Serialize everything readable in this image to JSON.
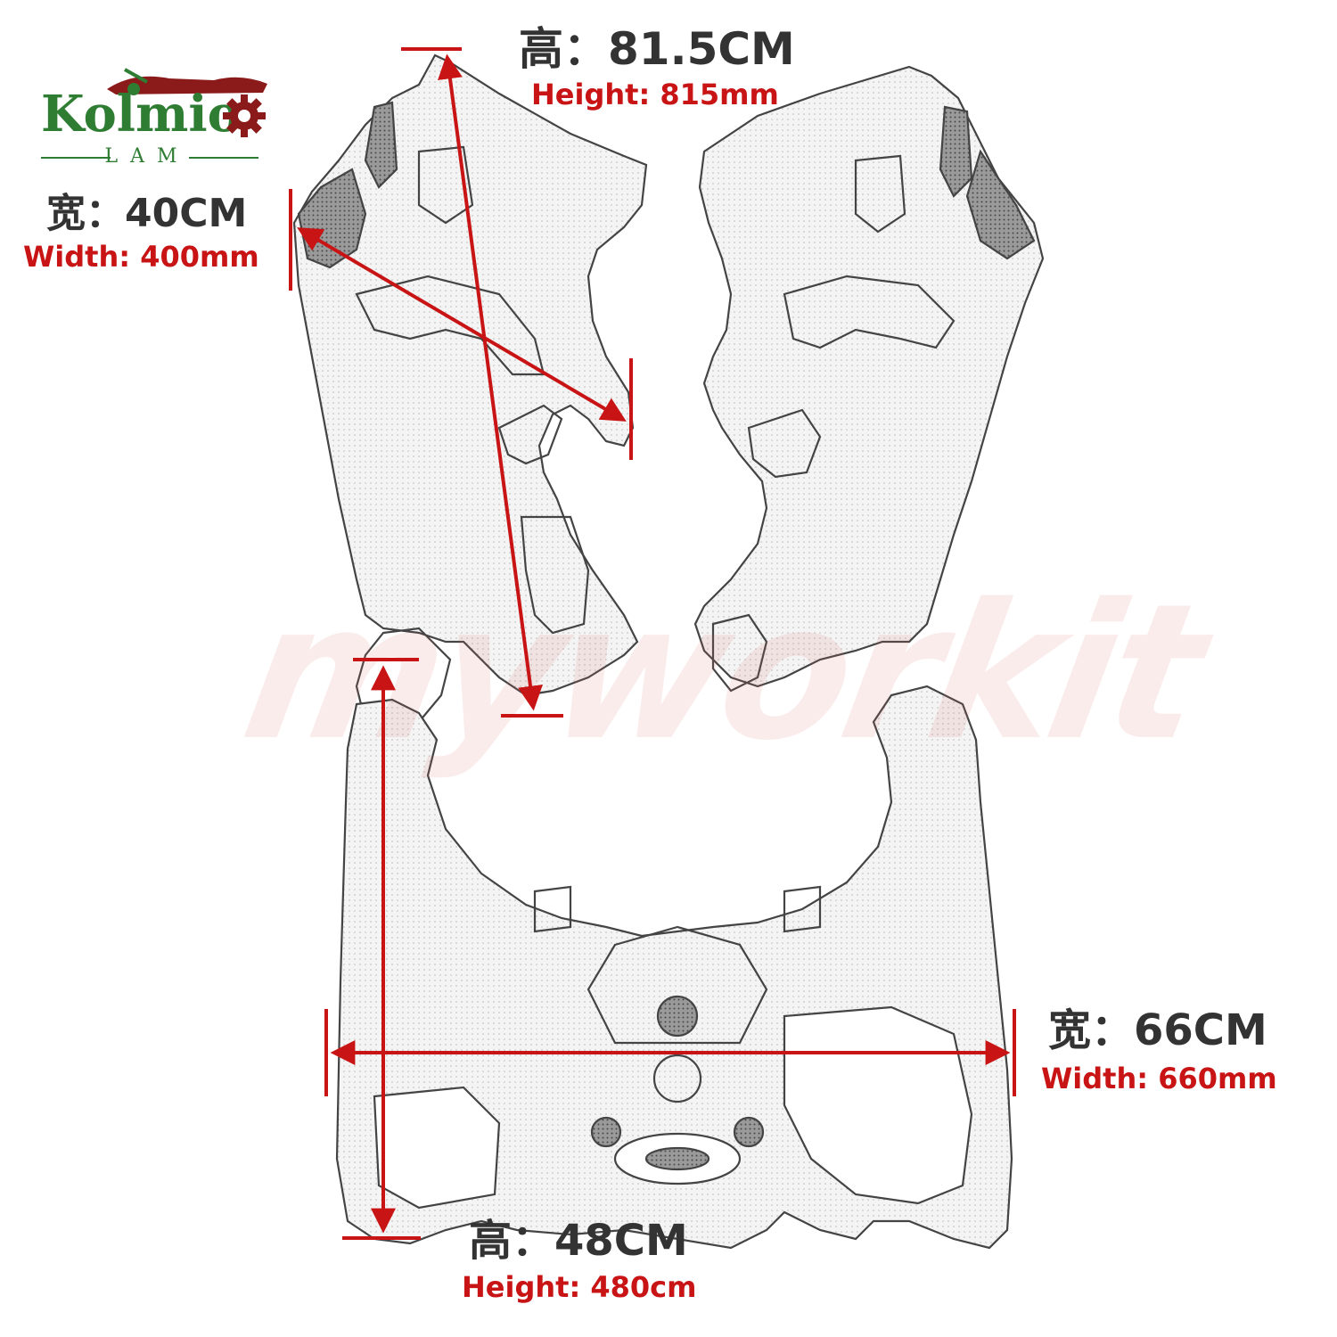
{
  "brand": {
    "logo_text": "Kolmio",
    "logo_sub": "LAM",
    "green": "#2e7d32",
    "maroon": "#8b1a1a"
  },
  "watermark": {
    "text": "myworkit"
  },
  "dimensions": {
    "upper_height": {
      "cn": "高：81.5CM",
      "en": "Height: 815mm"
    },
    "upper_width": {
      "cn": "宽：40CM",
      "en": "Width: 400mm"
    },
    "lower_width": {
      "cn": "宽：66CM",
      "en": "Width: 660mm"
    },
    "lower_height": {
      "cn": "高：48CM",
      "en": "Height: 480cm"
    }
  },
  "colors": {
    "dimension_line": "#c81414",
    "dimension_en": "#c81414",
    "dimension_cn": "#333333",
    "sketch_stroke": "#444444",
    "watermark": "#e06a6a"
  }
}
